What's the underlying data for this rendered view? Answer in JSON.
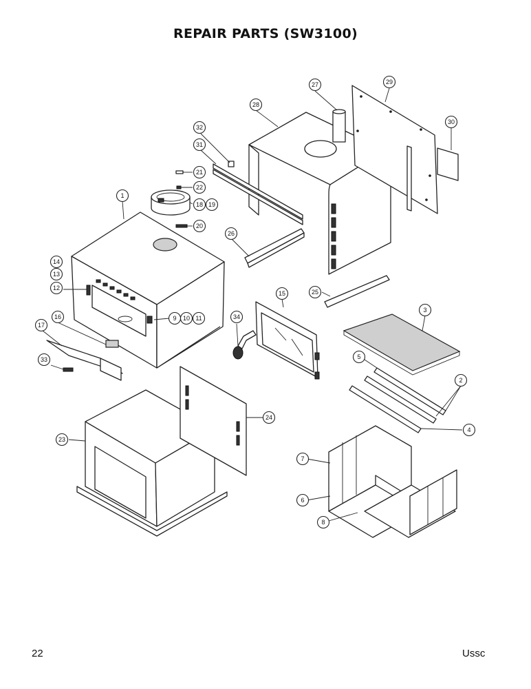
{
  "title": "REPAIR PARTS (SW3100)",
  "footer": {
    "page_number": "22",
    "brand": "Ussc"
  },
  "callouts": [
    "1",
    "2",
    "3",
    "4",
    "5",
    "6",
    "7",
    "8",
    "9",
    "10",
    "11",
    "12",
    "13",
    "14",
    "15",
    "16",
    "17",
    "18",
    "19",
    "20",
    "21",
    "22",
    "23",
    "24",
    "25",
    "26",
    "27",
    "28",
    "29",
    "30",
    "31",
    "32",
    "33",
    "34"
  ]
}
